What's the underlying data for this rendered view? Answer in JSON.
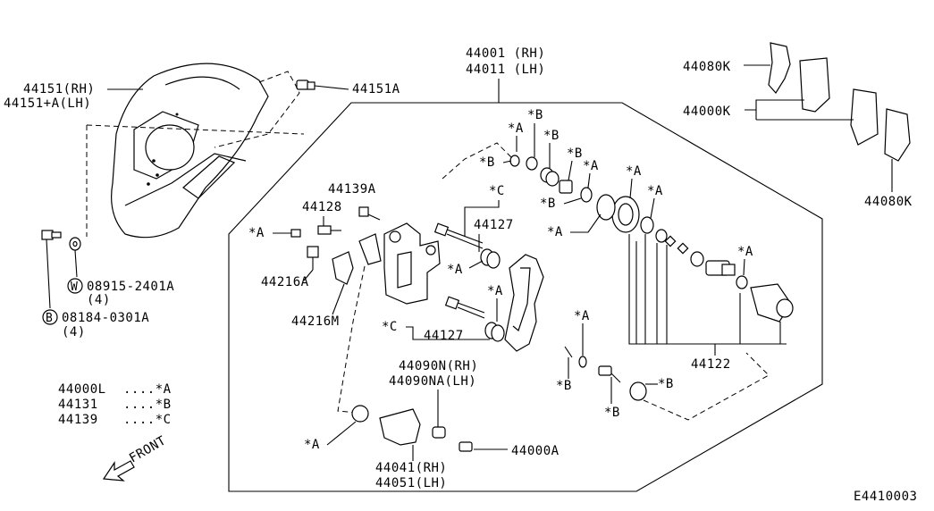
{
  "diagram_code": "E4410003",
  "front_label": "FRONT",
  "labels": {
    "caliper_rh": "44001 (RH)",
    "caliper_lh": "44011 (LH)",
    "plate_rh": "44151(RH)",
    "plate_lh": "44151+A(LH)",
    "plate_bolt": "44151A",
    "washer_code": "08915-2401A",
    "washer_qty": "(4)",
    "bolt_code": "08184-0301A",
    "bolt_qty": "(4)",
    "washer_circle": "W",
    "bolt_circle": "B",
    "p44139A": "44139A",
    "p44128": "44128",
    "p44127_top": "44127",
    "p44127_bot": "44127",
    "p44216A": "44216A",
    "p44216M": "44216M",
    "p44122": "44122",
    "p44080K_top": "44080K",
    "p44000K": "44000K",
    "p44080K_bot": "44080K",
    "p44090N": "44090N(RH)",
    "p44090NA": "44090NA(LH)",
    "p44041": "44041(RH)",
    "p44051": "44051(LH)",
    "p44000A": "44000A"
  },
  "refs": {
    "a": "*A",
    "b": "*B",
    "c": "*C"
  },
  "legend": [
    {
      "part": "44000L",
      "ref": "....*A"
    },
    {
      "part": "44131",
      "ref": "....*B"
    },
    {
      "part": "44139",
      "ref": "....*C"
    }
  ]
}
